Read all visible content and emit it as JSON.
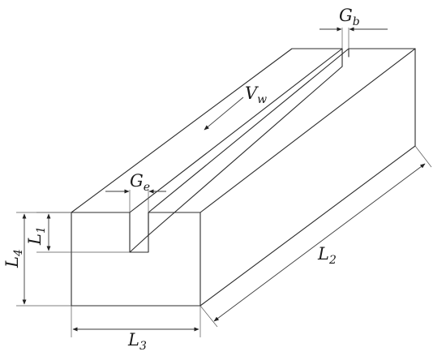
{
  "labels": {
    "gb": {
      "main": "G",
      "sub": "b"
    },
    "vw": {
      "main": "V",
      "sub": "w"
    },
    "ge": {
      "main": "G",
      "sub": "e"
    },
    "l1": {
      "main": "L",
      "sub": "1"
    },
    "l2": {
      "main": "L",
      "sub": "2"
    },
    "l3": {
      "main": "L",
      "sub": "3"
    },
    "l4": {
      "main": "L",
      "sub": "4"
    }
  },
  "colors": {
    "stroke": "#2b2b2b",
    "arrow": "#222222",
    "background": "#ffffff"
  }
}
